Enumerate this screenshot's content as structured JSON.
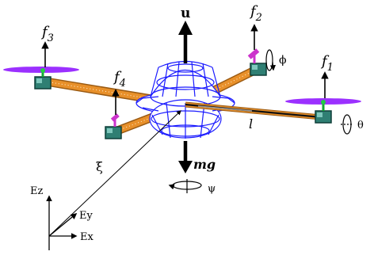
{
  "labels": {
    "thrust_input": "u",
    "gravity": "mg",
    "position_vector": "ξ",
    "arm_length": "l",
    "roll": "ϕ",
    "pitch": "θ",
    "yaw": "ψ"
  },
  "rotors": {
    "f1": {
      "letter": "f",
      "index": "1"
    },
    "f2": {
      "letter": "f",
      "index": "2"
    },
    "f3": {
      "letter": "f",
      "index": "3"
    },
    "f4": {
      "letter": "f",
      "index": "4"
    }
  },
  "frame": {
    "x": "Ex",
    "y": "Ey",
    "z": "Ez"
  },
  "colors": {
    "arm": "#e8902a",
    "arm_dark": "#9a5a12",
    "body_wire": "#1a1aff",
    "prop": "#9b30ff",
    "motor": "#2f7f73",
    "motor_dark": "#0f3f38",
    "link": "#111111"
  }
}
